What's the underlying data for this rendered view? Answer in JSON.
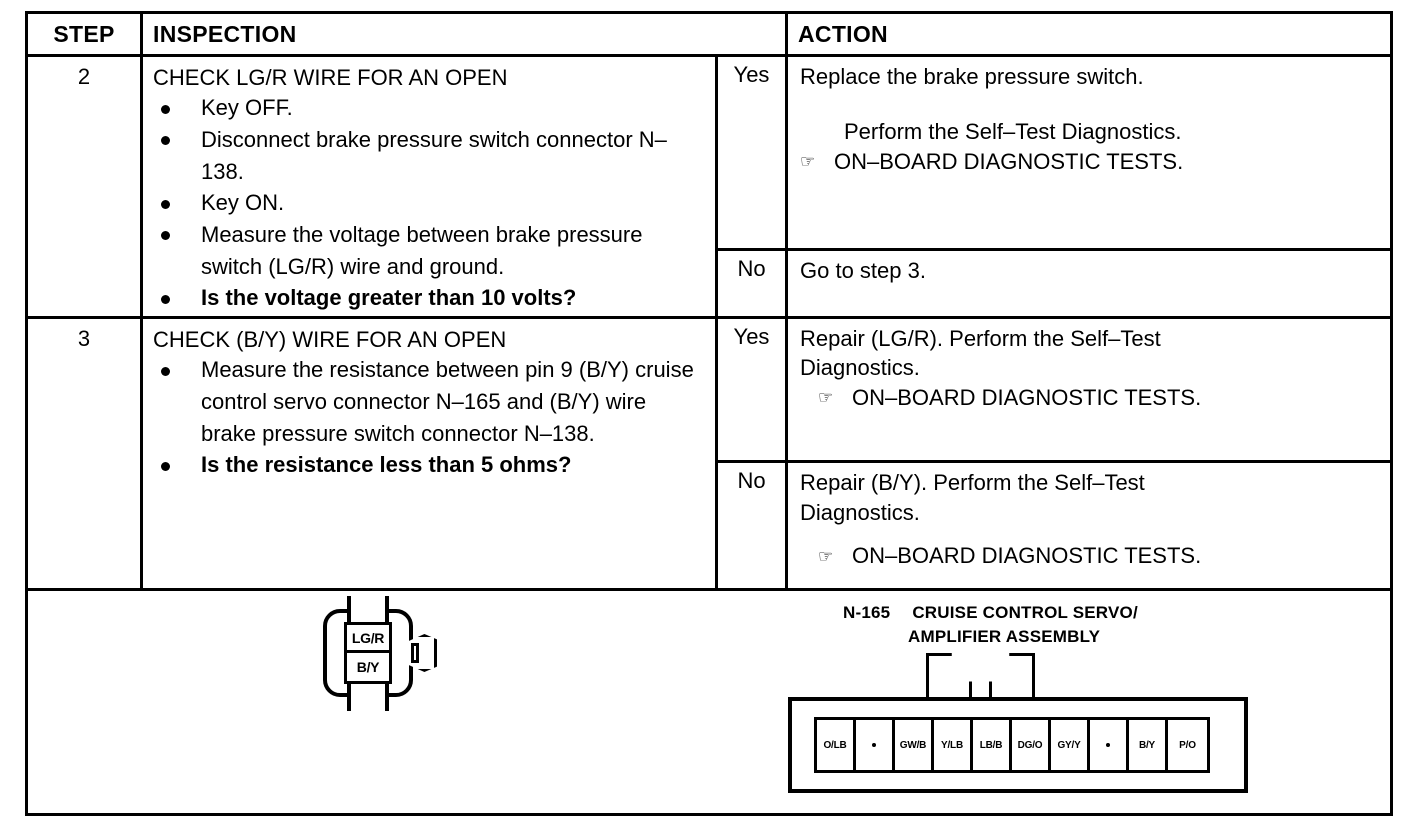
{
  "table": {
    "headers": {
      "step": "STEP",
      "inspection": "INSPECTION",
      "yesno": "",
      "action": "ACTION"
    },
    "steps": [
      {
        "number": "2",
        "title": "CHECK LG/R WIRE FOR AN OPEN",
        "bullets": [
          {
            "text": "Key OFF.",
            "bold": false
          },
          {
            "text": "Disconnect brake pressure switch connector N–138.",
            "bold": false
          },
          {
            "text": "Key ON.",
            "bold": false
          },
          {
            "text": "Measure the voltage between brake pressure switch (LG/R) wire and ground.",
            "bold": false
          },
          {
            "text": "Is the voltage greater than 10 volts?",
            "bold": true
          }
        ],
        "answers": [
          {
            "label": "Yes",
            "lines": [
              "Replace the brake pressure switch."
            ],
            "gap": true,
            "indent_line": "Perform the Self–Test Diagnostics.",
            "hand_line": "ON–BOARD DIAGNOSTIC TESTS."
          },
          {
            "label": "No",
            "lines": [
              "Go to step 3."
            ],
            "gap": false,
            "indent_line": "",
            "hand_line": ""
          }
        ]
      },
      {
        "number": "3",
        "title": "CHECK (B/Y) WIRE FOR AN OPEN",
        "bullets": [
          {
            "text": "Measure the resistance between pin 9 (B/Y) cruise control servo connector N–165 and (B/Y) wire brake pressure switch connector N–138.",
            "bold": false
          },
          {
            "text": "Is the resistance less than 5 ohms?",
            "bold": true
          }
        ],
        "answers": [
          {
            "label": "Yes",
            "lines": [
              "Repair (LG/R). Perform the Self–Test",
              "Diagnostics."
            ],
            "gap": false,
            "indent_line": "",
            "hand_line": "ON–BOARD DIAGNOSTIC TESTS."
          },
          {
            "label": "No",
            "lines": [
              "Repair (B/Y). Perform the Self–Test",
              "Diagnostics."
            ],
            "gap": false,
            "indent_line": "",
            "hand_line": "ON–BOARD DIAGNOSTIC TESTS."
          }
        ]
      }
    ]
  },
  "icons": {
    "pointing_hand": "☞",
    "bullet": "•"
  },
  "illustration": {
    "left_connector": {
      "cavities": [
        "LG/R",
        "B/Y"
      ]
    },
    "right_connector": {
      "code": "N-165",
      "name_line1": "CRUISE CONTROL SERVO/",
      "name_line2": "AMPLIFIER ASSEMBLY",
      "pins": [
        "O/LB",
        "•",
        "GW/B",
        "Y/LB",
        "LB/B",
        "DG/O",
        "GY/Y",
        "•",
        "B/Y",
        "P/O"
      ]
    }
  }
}
